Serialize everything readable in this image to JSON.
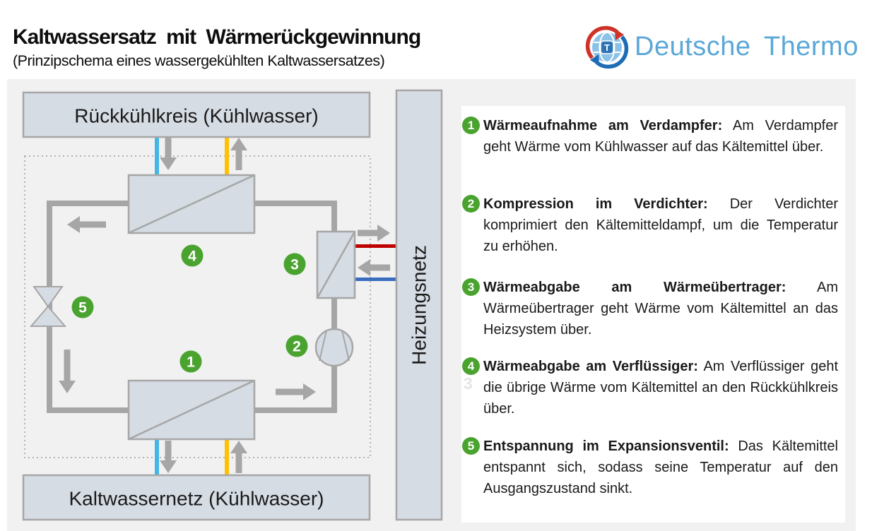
{
  "header": {
    "title": "Kaltwassersatz mit Wärmerückgewinnung",
    "subtitle": "(Prinzipschema eines wassergekühlten Kaltwassersatzes)"
  },
  "logo": {
    "text": "Deutsche Thermo",
    "letter": "T"
  },
  "diagram": {
    "top_box": "Rückkühlkreis (Kühlwasser)",
    "bottom_box": "Kaltwassernetz (Kühlwasser)",
    "right_box": "Heizungsnetz",
    "badges": [
      "1",
      "2",
      "3",
      "4",
      "5"
    ]
  },
  "legend": {
    "ghost_number": "3",
    "items": [
      {
        "number": "1",
        "heading": "Wärmeaufnahme am Verdampfer:",
        "body": "Am Verdampfer geht Wärme vom Kühlwasser auf das Kältemittel über."
      },
      {
        "number": "2",
        "heading": "Kompression im Verdichter:",
        "body": "Der Verdichter komprimiert den Kältemitteldampf, um die Temperatur zu erhöhen."
      },
      {
        "number": "3",
        "heading": "Wärmeabgabe am Wärmeübertrager:",
        "body": "Am Wärmeübertrager geht Wärme vom Kältemittel an das Heizsystem über."
      },
      {
        "number": "4",
        "heading": "Wärmeabgabe am Verflüssiger:",
        "body": "Am Verflüssiger geht die übrige Wärme vom Kältemittel an den Rückkühlkreis über."
      },
      {
        "number": "5",
        "heading": "Entspannung im Expansionsventil:",
        "body": "Das Kältemittel entspannt sich, sodass seine Temperatur auf den Ausgangszustand sinkt."
      }
    ]
  },
  "colors": {
    "accent_green": "#4aa32f",
    "box_fill": "#d6dce4",
    "box_border": "#a6a6a6",
    "pipe_gray": "#a6a6a6",
    "cold_line_light_blue": "#45b5e8",
    "warm_line_orange": "#ffc000",
    "heating_flow_red": "#c00000",
    "heating_return_blue": "#3b6dbf",
    "logo_blue": "#5ba7d8",
    "panel_gray": "#f1f1f2"
  }
}
